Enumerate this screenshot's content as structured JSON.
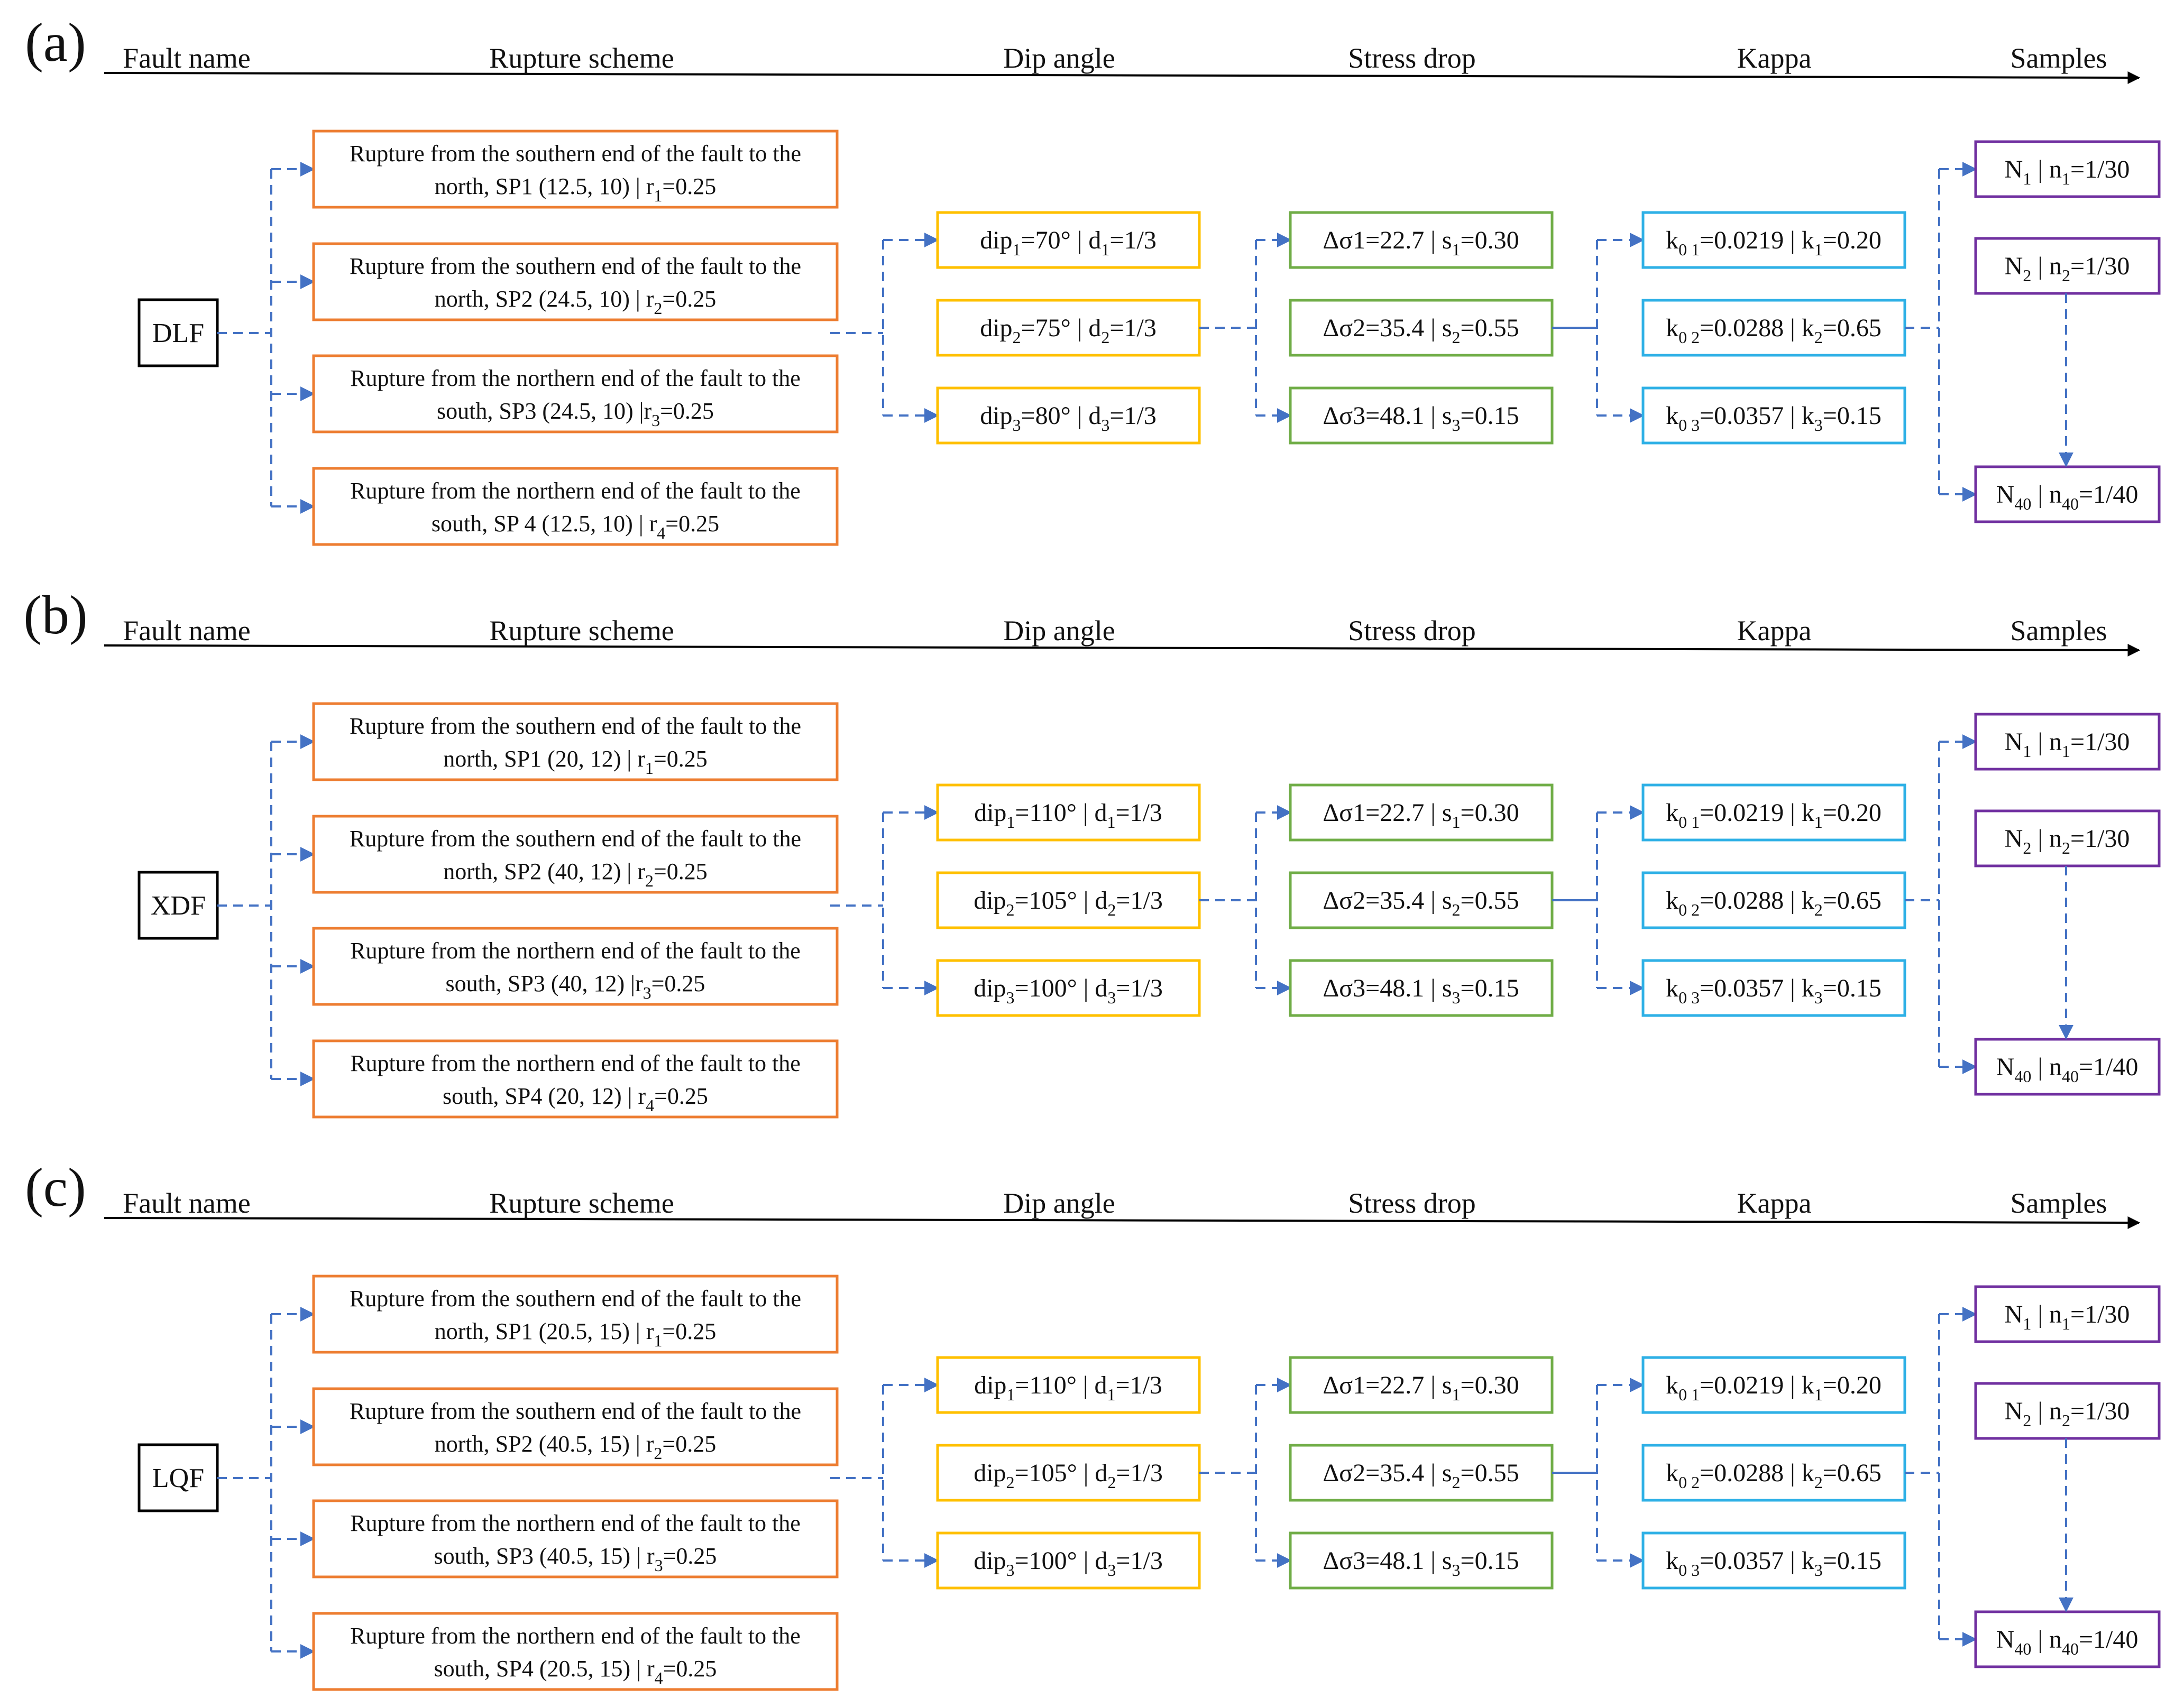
{
  "colors": {
    "rupture_border": "#ED7D31",
    "dip_border": "#FFC000",
    "stress_border": "#70AD47",
    "kappa_border": "#2EB0E6",
    "sample_border": "#7030A0",
    "fault_border": "#000000",
    "connector": "#4472C4",
    "axis": "#000000"
  },
  "headers": [
    "Fault name",
    "Rupture scheme",
    "Dip angle",
    "Stress drop",
    "Kappa",
    "Samples"
  ],
  "stress": [
    {
      "label": "Δσ1=22.7  | s1=0.30"
    },
    {
      "label": "Δσ2=35.4  | s2=0.55"
    },
    {
      "label": "Δσ3=48.1  | s3=0.15"
    }
  ],
  "kappa": [
    {
      "label": "k0 1=0.0219  | k1=0.20"
    },
    {
      "label": "k0 2=0.0288  | k2=0.65"
    },
    {
      "label": "k0 3=0.0357  | k3=0.15"
    }
  ],
  "samples": [
    {
      "label": "N1 | n1=1/30"
    },
    {
      "label": "N2 | n2=1/30"
    },
    {
      "label": "N40 | n40=1/40"
    }
  ],
  "panels": [
    {
      "label": "(a)",
      "fault": "DLF",
      "ruptures": [
        {
          "line1": "Rupture from the southern end of the fault to the",
          "line2": "north, SP1 (12.5, 10) | r1=0.25"
        },
        {
          "line1": "Rupture from the southern end of the fault to the",
          "line2": "north, SP2 (24.5, 10) | r2=0.25"
        },
        {
          "line1": "Rupture from the northern end of the fault to the",
          "line2": "south, SP3 (24.5, 10) |r3=0.25"
        },
        {
          "line1": "Rupture from the northern end of the fault to the",
          "line2": "south, SP 4 (12.5, 10) | r4=0.25"
        }
      ],
      "dips": [
        {
          "label": "dip1=70° | d1=1/3"
        },
        {
          "label": "dip2=75° | d2=1/3"
        },
        {
          "label": "dip3=80° | d3=1/3"
        }
      ]
    },
    {
      "label": "(b)",
      "fault": "XDF",
      "ruptures": [
        {
          "line1": "Rupture from the southern end of the fault to the",
          "line2": "north, SP1 (20, 12) | r1=0.25"
        },
        {
          "line1": "Rupture from the southern end of the fault to the",
          "line2": "north, SP2 (40, 12) | r2=0.25"
        },
        {
          "line1": "Rupture from the northern end of the fault to the",
          "line2": "south, SP3 (40, 12) |r3=0.25"
        },
        {
          "line1": "Rupture from the northern end of the fault to the",
          "line2": "south, SP4 (20, 12) | r4=0.25"
        }
      ],
      "dips": [
        {
          "label": "dip1=110° | d1=1/3"
        },
        {
          "label": "dip2=105° | d2=1/3"
        },
        {
          "label": "dip3=100° | d3=1/3"
        }
      ]
    },
    {
      "label": "(c)",
      "fault": "LQF",
      "ruptures": [
        {
          "line1": "Rupture from the southern end of the fault to the",
          "line2": "north, SP1 (20.5, 15) | r1=0.25"
        },
        {
          "line1": "Rupture from the southern end of the fault to the",
          "line2": "north, SP2 (40.5, 15) | r2=0.25"
        },
        {
          "line1": "Rupture from the northern end of the fault to the",
          "line2": "south, SP3 (40.5, 15) | r3=0.25"
        },
        {
          "line1": "Rupture from the northern end of the fault to the",
          "line2": "south, SP4 (20.5, 15) | r4=0.25"
        }
      ],
      "dips": [
        {
          "label": "dip1=110° | d1=1/3"
        },
        {
          "label": "dip2=105° | d2=1/3"
        },
        {
          "label": "dip3=100° | d3=1/3"
        }
      ]
    }
  ]
}
